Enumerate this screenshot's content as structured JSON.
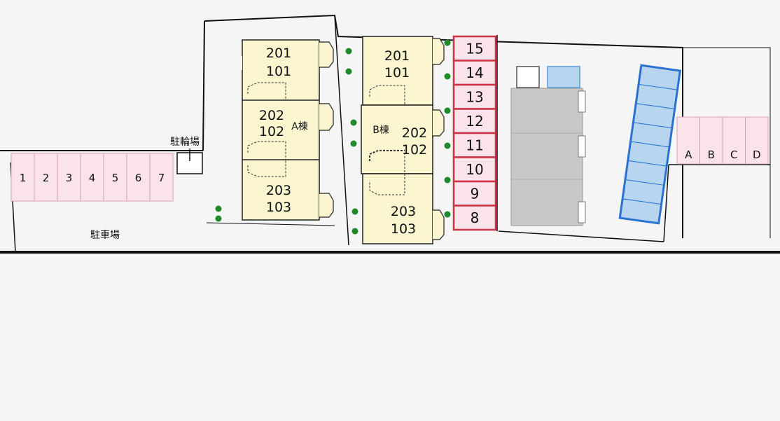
{
  "labels": {
    "parking": "駐車場",
    "bicycle_parking": "駐輪場",
    "building_a": "A棟",
    "building_b": "B棟"
  },
  "building_a_units": {
    "upper": [
      "201",
      "101"
    ],
    "middle": [
      "202",
      "102"
    ],
    "lower": [
      "203",
      "103"
    ]
  },
  "building_b_units": {
    "upper": [
      "201",
      "101"
    ],
    "middle": [
      "202",
      "102"
    ],
    "lower": [
      "203",
      "103"
    ]
  },
  "left_parking_spots": [
    "1",
    "2",
    "3",
    "4",
    "5",
    "6",
    "7"
  ],
  "center_parking_spots": [
    "15",
    "14",
    "13",
    "12",
    "11",
    "10",
    "9",
    "8"
  ],
  "right_parking_spots": [
    "A",
    "B",
    "C",
    "D"
  ],
  "colors": {
    "background": "#f5f5f5",
    "building_fill": "#fbf6cf",
    "pink_spot": "#fbe3ea",
    "pink_border": "#d9a1b2",
    "red_border": "#cc3344",
    "gray_building": "#c8c8c8",
    "blue_fill": "#b8d5f0",
    "blue_border": "#2a72d0",
    "tree_green": "#1f8a2c"
  }
}
